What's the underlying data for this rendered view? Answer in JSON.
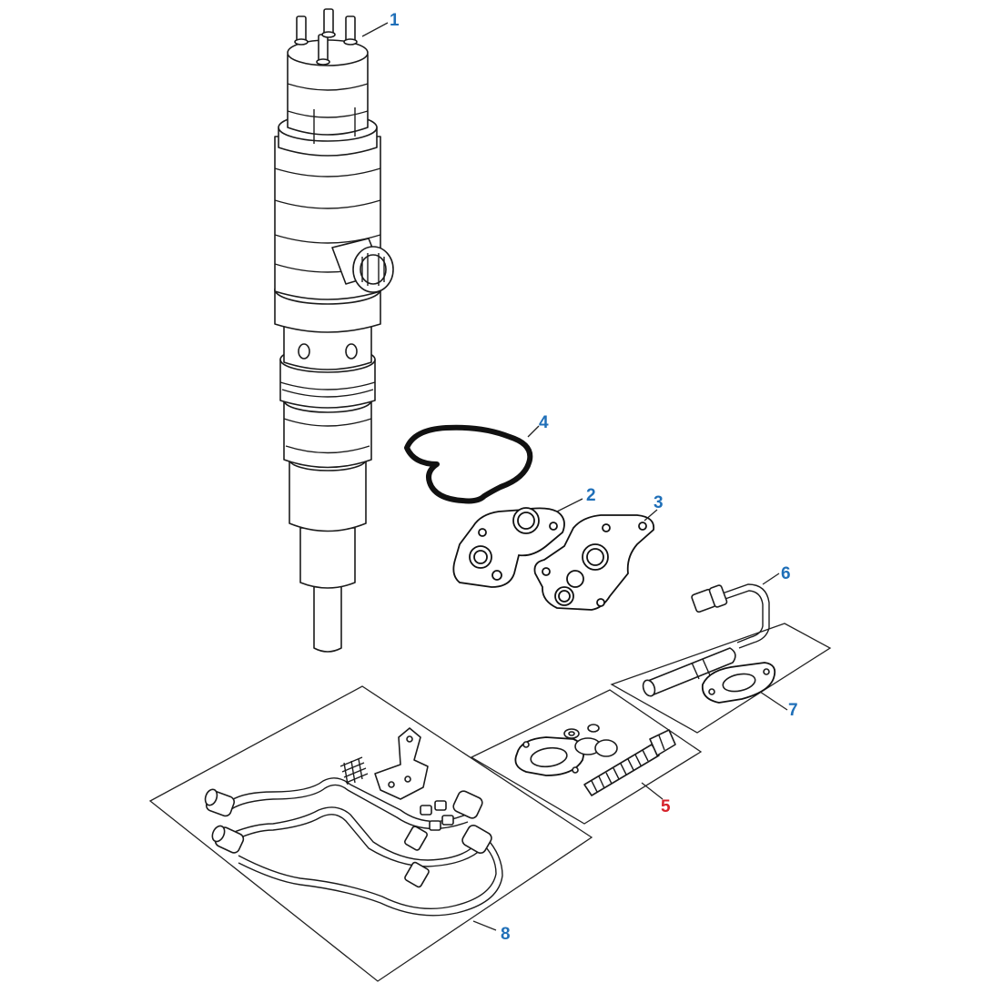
{
  "colors": {
    "callout_blue": "#1f6fb8",
    "callout_red": "#d6212a",
    "line": "#1a1a1a"
  },
  "callouts": [
    {
      "id": "1",
      "label": "1",
      "color": "#1f6fb8"
    },
    {
      "id": "2",
      "label": "2",
      "color": "#1f6fb8"
    },
    {
      "id": "3",
      "label": "3",
      "color": "#1f6fb8"
    },
    {
      "id": "4",
      "label": "4",
      "color": "#1f6fb8"
    },
    {
      "id": "5",
      "label": "5",
      "color": "#d6212a"
    },
    {
      "id": "6",
      "label": "6",
      "color": "#1f6fb8"
    },
    {
      "id": "7",
      "label": "7",
      "color": "#1f6fb8"
    },
    {
      "id": "8",
      "label": "8",
      "color": "#1f6fb8"
    }
  ]
}
